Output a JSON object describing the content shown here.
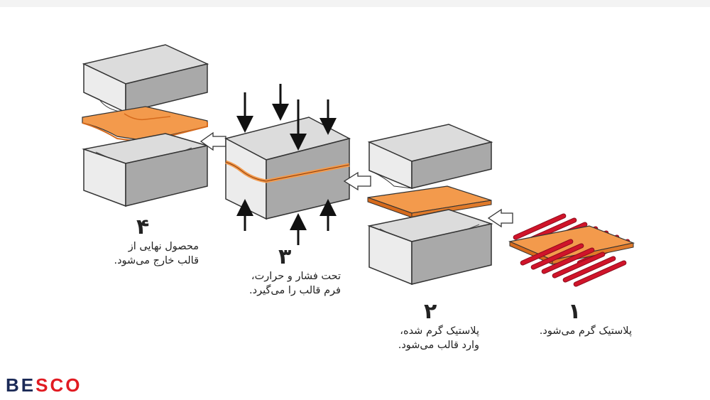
{
  "steps": [
    {
      "number": "۱",
      "lines": [
        "پلاستیک گرم می‌شود."
      ]
    },
    {
      "number": "۲",
      "lines": [
        "پلاستیک گرم شده،",
        "وارد قالب می‌شود."
      ]
    },
    {
      "number": "۳",
      "lines": [
        "تحت فشار و حرارت،",
        "فرم قالب را می‌گیرد."
      ]
    },
    {
      "number": "۴",
      "lines": [
        "محصول نهایی از",
        "قالب خارج می‌شود."
      ]
    }
  ],
  "logo": {
    "part1": "B",
    "part2": "E",
    "part3": "S",
    "part4": "CO"
  },
  "colors": {
    "mold_front": "#e9e9e9",
    "mold_top": "#dcdcdc",
    "mold_side": "#a7a7a7",
    "plastic": "#f39a4c",
    "plastic_dark": "#d66a1c",
    "rod": "#d0142a",
    "logo_blue": "#1b2a57",
    "logo_red": "#e11b22"
  }
}
